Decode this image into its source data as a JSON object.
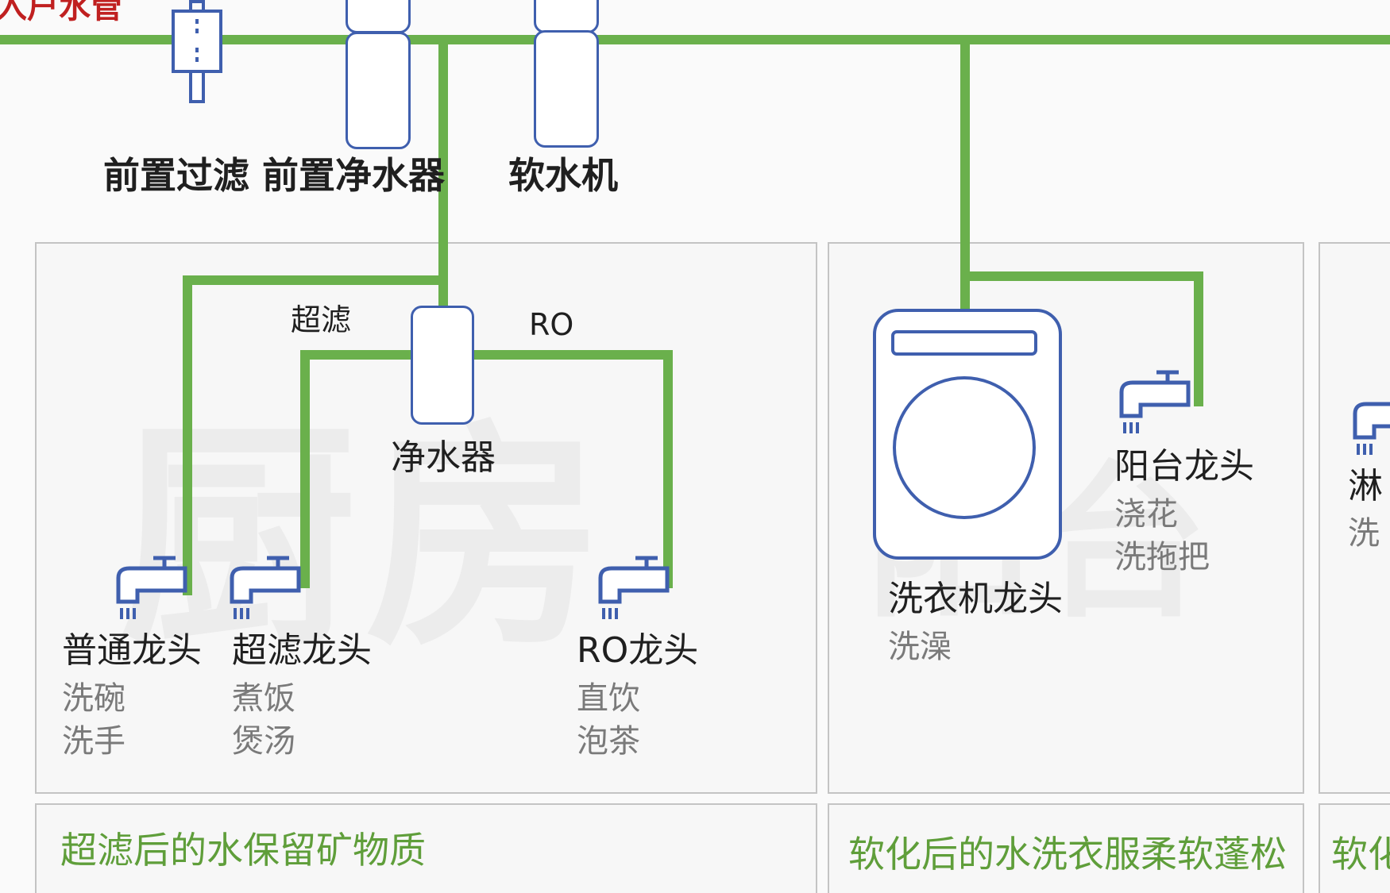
{
  "inlet": {
    "label": "入户水管"
  },
  "top_devices": {
    "pre_filter": "前置过滤",
    "pre_purifier": "前置净水器",
    "softener": "软水机"
  },
  "kitchen": {
    "watermark": "厨房",
    "branch_uf": "超滤",
    "branch_ro": "RO",
    "purifier_label": "净水器",
    "faucets": [
      {
        "name": "普通龙头",
        "uses": [
          "洗碗",
          "洗手"
        ]
      },
      {
        "name": "超滤龙头",
        "uses": [
          "煮饭",
          "煲汤"
        ]
      },
      {
        "name": "RO龙头",
        "uses": [
          "直饮",
          "泡茶"
        ]
      }
    ],
    "note": "超滤后的水保留矿物质"
  },
  "balcony": {
    "watermark": "阳台",
    "washer_faucet": {
      "name": "洗衣机龙头",
      "uses": [
        "洗澡"
      ]
    },
    "balcony_faucet": {
      "name": "阳台龙头",
      "uses": [
        "浇花",
        "洗拖把"
      ]
    },
    "note": "软化后的水洗衣服柔软蓬松"
  },
  "bathroom_partial": {
    "name": "淋",
    "use": "洗",
    "note": "软化"
  },
  "colors": {
    "pipe": "#6ab04c",
    "device": "#3f5fae",
    "note": "#5f9e3a",
    "inlet": "#c02020"
  }
}
